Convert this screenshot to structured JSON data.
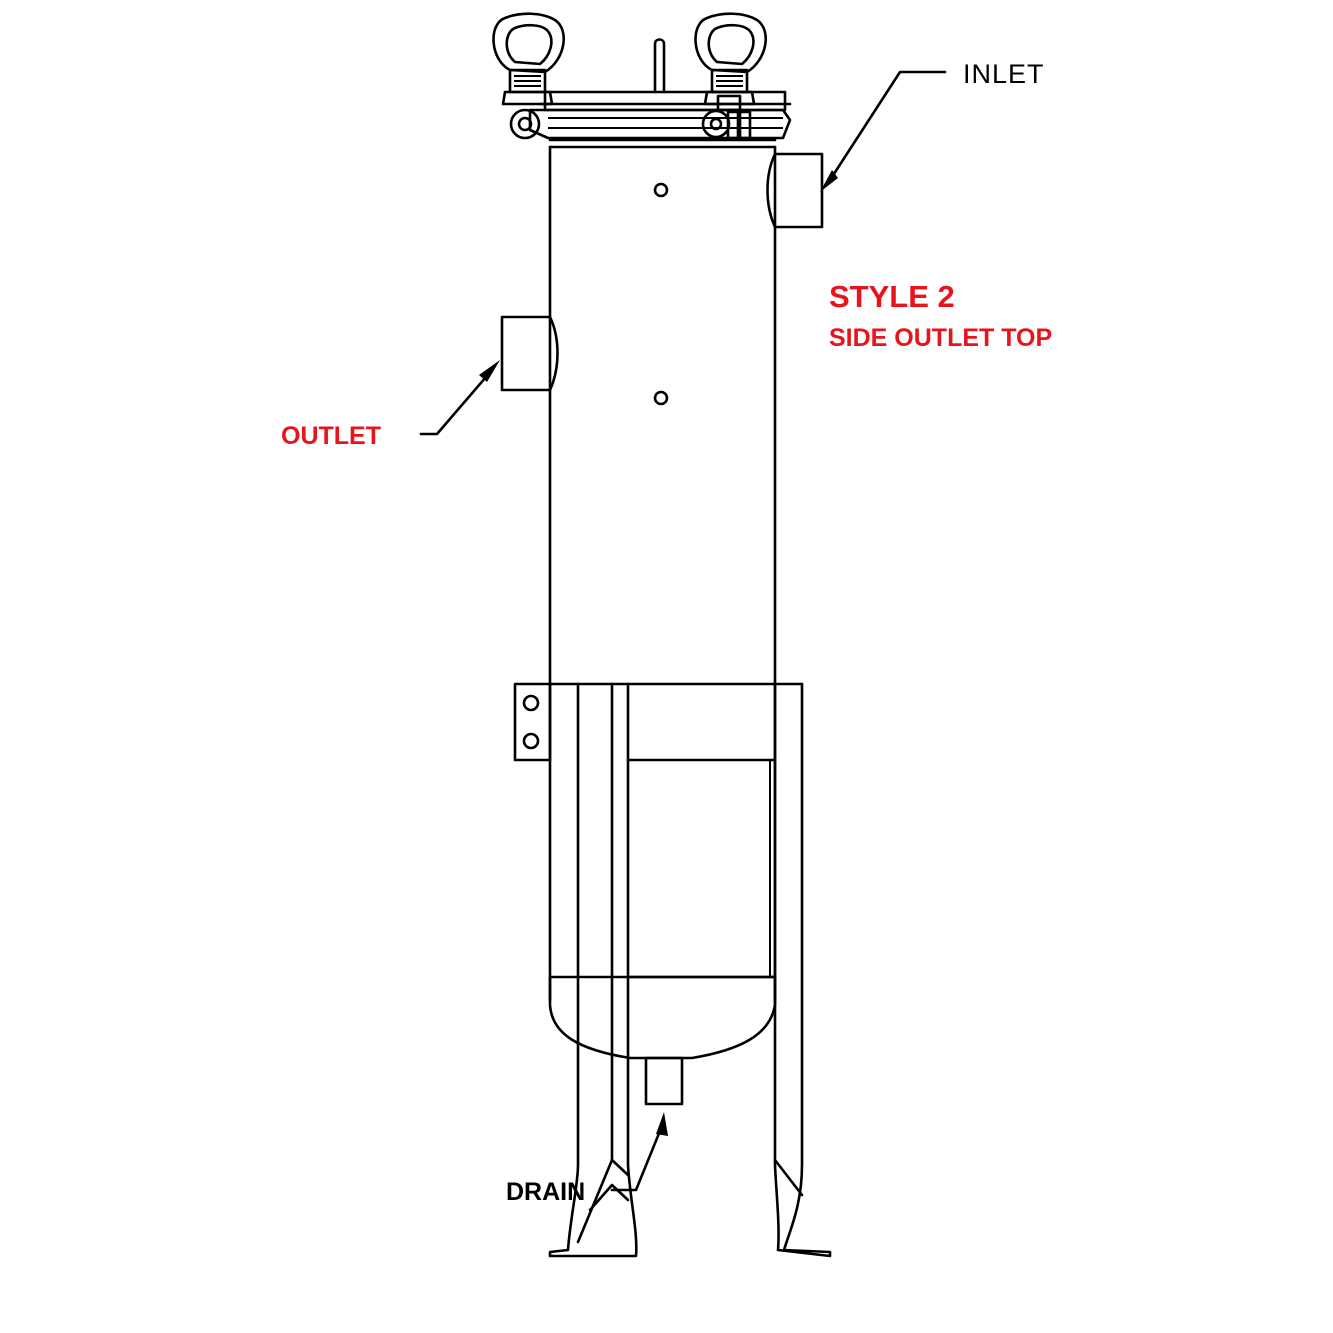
{
  "labels": {
    "inlet": "INLET",
    "outlet": "OUTLET",
    "drain": "DRAIN",
    "style_title": "STYLE 2",
    "style_subtitle": "SIDE OUTLET TOP"
  },
  "colors": {
    "line": "#000000",
    "accent": "#e8141c",
    "background": "#ffffff"
  }
}
